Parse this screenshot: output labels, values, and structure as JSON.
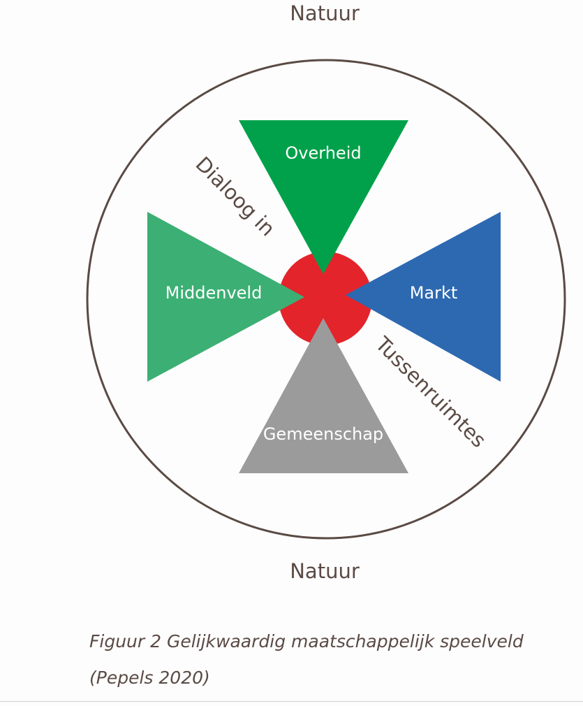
{
  "diagram": {
    "top_label": "Natuur",
    "bottom_label": "Natuur",
    "sectors": {
      "top": "Overheid",
      "left": "Middenveld",
      "right": "Markt",
      "bottom": "Gemeenschap"
    },
    "rotated_labels": {
      "upper_left": "Dialoog in",
      "lower_right": "Tussenruimtes"
    },
    "colors": {
      "overheid": "#00a14a",
      "middenveld": "#3caf74",
      "markt": "#2d69b1",
      "gemeenschap": "#9b9b9b",
      "center": "#e3242b",
      "circle": "#5a4a44"
    }
  },
  "caption": {
    "line1": "Figuur 2 Gelijkwaardig maatschappelijk speelveld",
    "line2": "(Pepels 2020)"
  }
}
